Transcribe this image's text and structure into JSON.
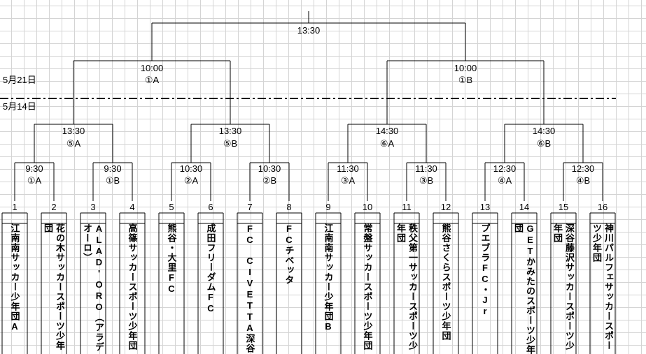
{
  "dates": {
    "upper": "5月21日",
    "lower": "5月14日"
  },
  "final": {
    "time": "13:30"
  },
  "semifinals": [
    {
      "time": "10:00",
      "court": "①A"
    },
    {
      "time": "10:00",
      "court": "①B"
    }
  ],
  "quarterfinals": [
    {
      "time": "13:30",
      "court": "⑤A"
    },
    {
      "time": "13:30",
      "court": "⑤B"
    },
    {
      "time": "14:30",
      "court": "⑥A"
    },
    {
      "time": "14:30",
      "court": "⑥B"
    }
  ],
  "round1": [
    {
      "time": "9:30",
      "court": "①A"
    },
    {
      "time": "9:30",
      "court": "①B"
    },
    {
      "time": "10:30",
      "court": "②A"
    },
    {
      "time": "10:30",
      "court": "②B"
    },
    {
      "time": "11:30",
      "court": "③A"
    },
    {
      "time": "11:30",
      "court": "③B"
    },
    {
      "time": "12:30",
      "court": "④A"
    },
    {
      "time": "12:30",
      "court": "④B"
    }
  ],
  "teams": [
    {
      "number": "1",
      "name": "江南南サッカー少年団A"
    },
    {
      "number": "2",
      "name": "花の木サッカースポーツ少年団"
    },
    {
      "number": "3",
      "name": "ALAD'ORO（アラデオーロ）"
    },
    {
      "number": "4",
      "name": "高篠サッカースポーツ少年団"
    },
    {
      "number": "5",
      "name": "熊谷・大里FC"
    },
    {
      "number": "6",
      "name": "成田フリーダムFC"
    },
    {
      "number": "7",
      "name": "FC　CIVETTA深谷"
    },
    {
      "number": "8",
      "name": "FCチベッタ"
    },
    {
      "number": "9",
      "name": "江南南サッカー少年団B"
    },
    {
      "number": "10",
      "name": "常盤サッカースポーツ少年団"
    },
    {
      "number": "11",
      "name": "秩父第一サッカースポーツ少年団"
    },
    {
      "number": "12",
      "name": "熊谷さくらスポーツ少年団"
    },
    {
      "number": "13",
      "name": "プエブラFC・Jr"
    },
    {
      "number": "14",
      "name": "GETかみたのスポーツ少年団"
    },
    {
      "number": "15",
      "name": "深谷藤沢サッカースポーツ少年団"
    },
    {
      "number": "16",
      "name": "神川パルフェサッカースポーツ少年団"
    }
  ]
}
